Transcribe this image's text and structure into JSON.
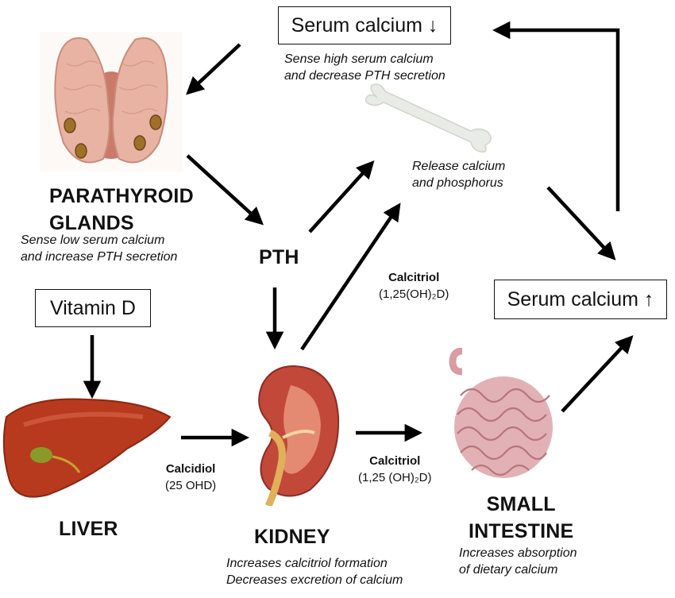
{
  "boxes": {
    "serum_low": "Serum calcium ↓",
    "serum_high": "Serum calcium ↑",
    "vitamin_d": "Vitamin D"
  },
  "organs": {
    "parathyroid": [
      "PARATHYROID",
      "GLANDS"
    ],
    "pth": "PTH",
    "liver": "LIVER",
    "kidney": "KIDNEY",
    "intestine": [
      "SMALL",
      "INTESTINE"
    ]
  },
  "notes": {
    "sense_high": [
      "Sense high serum calcium",
      "and decrease PTH secretion"
    ],
    "sense_low": [
      "Sense low serum calcium",
      "and increase PTH secretion"
    ],
    "bone": [
      "Release calcium",
      "and phosphorus"
    ],
    "kidney": [
      "Increases calcitriol formation",
      "Decreases excretion of calcium"
    ],
    "intestine": [
      "Increases absorption",
      "of dietary calcium"
    ]
  },
  "reactions": {
    "calcidiol": {
      "name": "Calcidiol",
      "formula": "(25 OHD)"
    },
    "calcitriol_bone": {
      "name": "Calcitriol",
      "formula": "(1,25(OH)₂D)"
    },
    "calcitriol_intestine": {
      "name": "Calcitriol",
      "formula": "(1,25 (OH)₂D)"
    }
  },
  "colors": {
    "arrow": "#000000",
    "parathyroid": "#e9b3a3",
    "liver": "#b83a1e",
    "kidney": "#c2483a",
    "intestine": "#e2b1b6",
    "bone": "#e8ebe6"
  }
}
